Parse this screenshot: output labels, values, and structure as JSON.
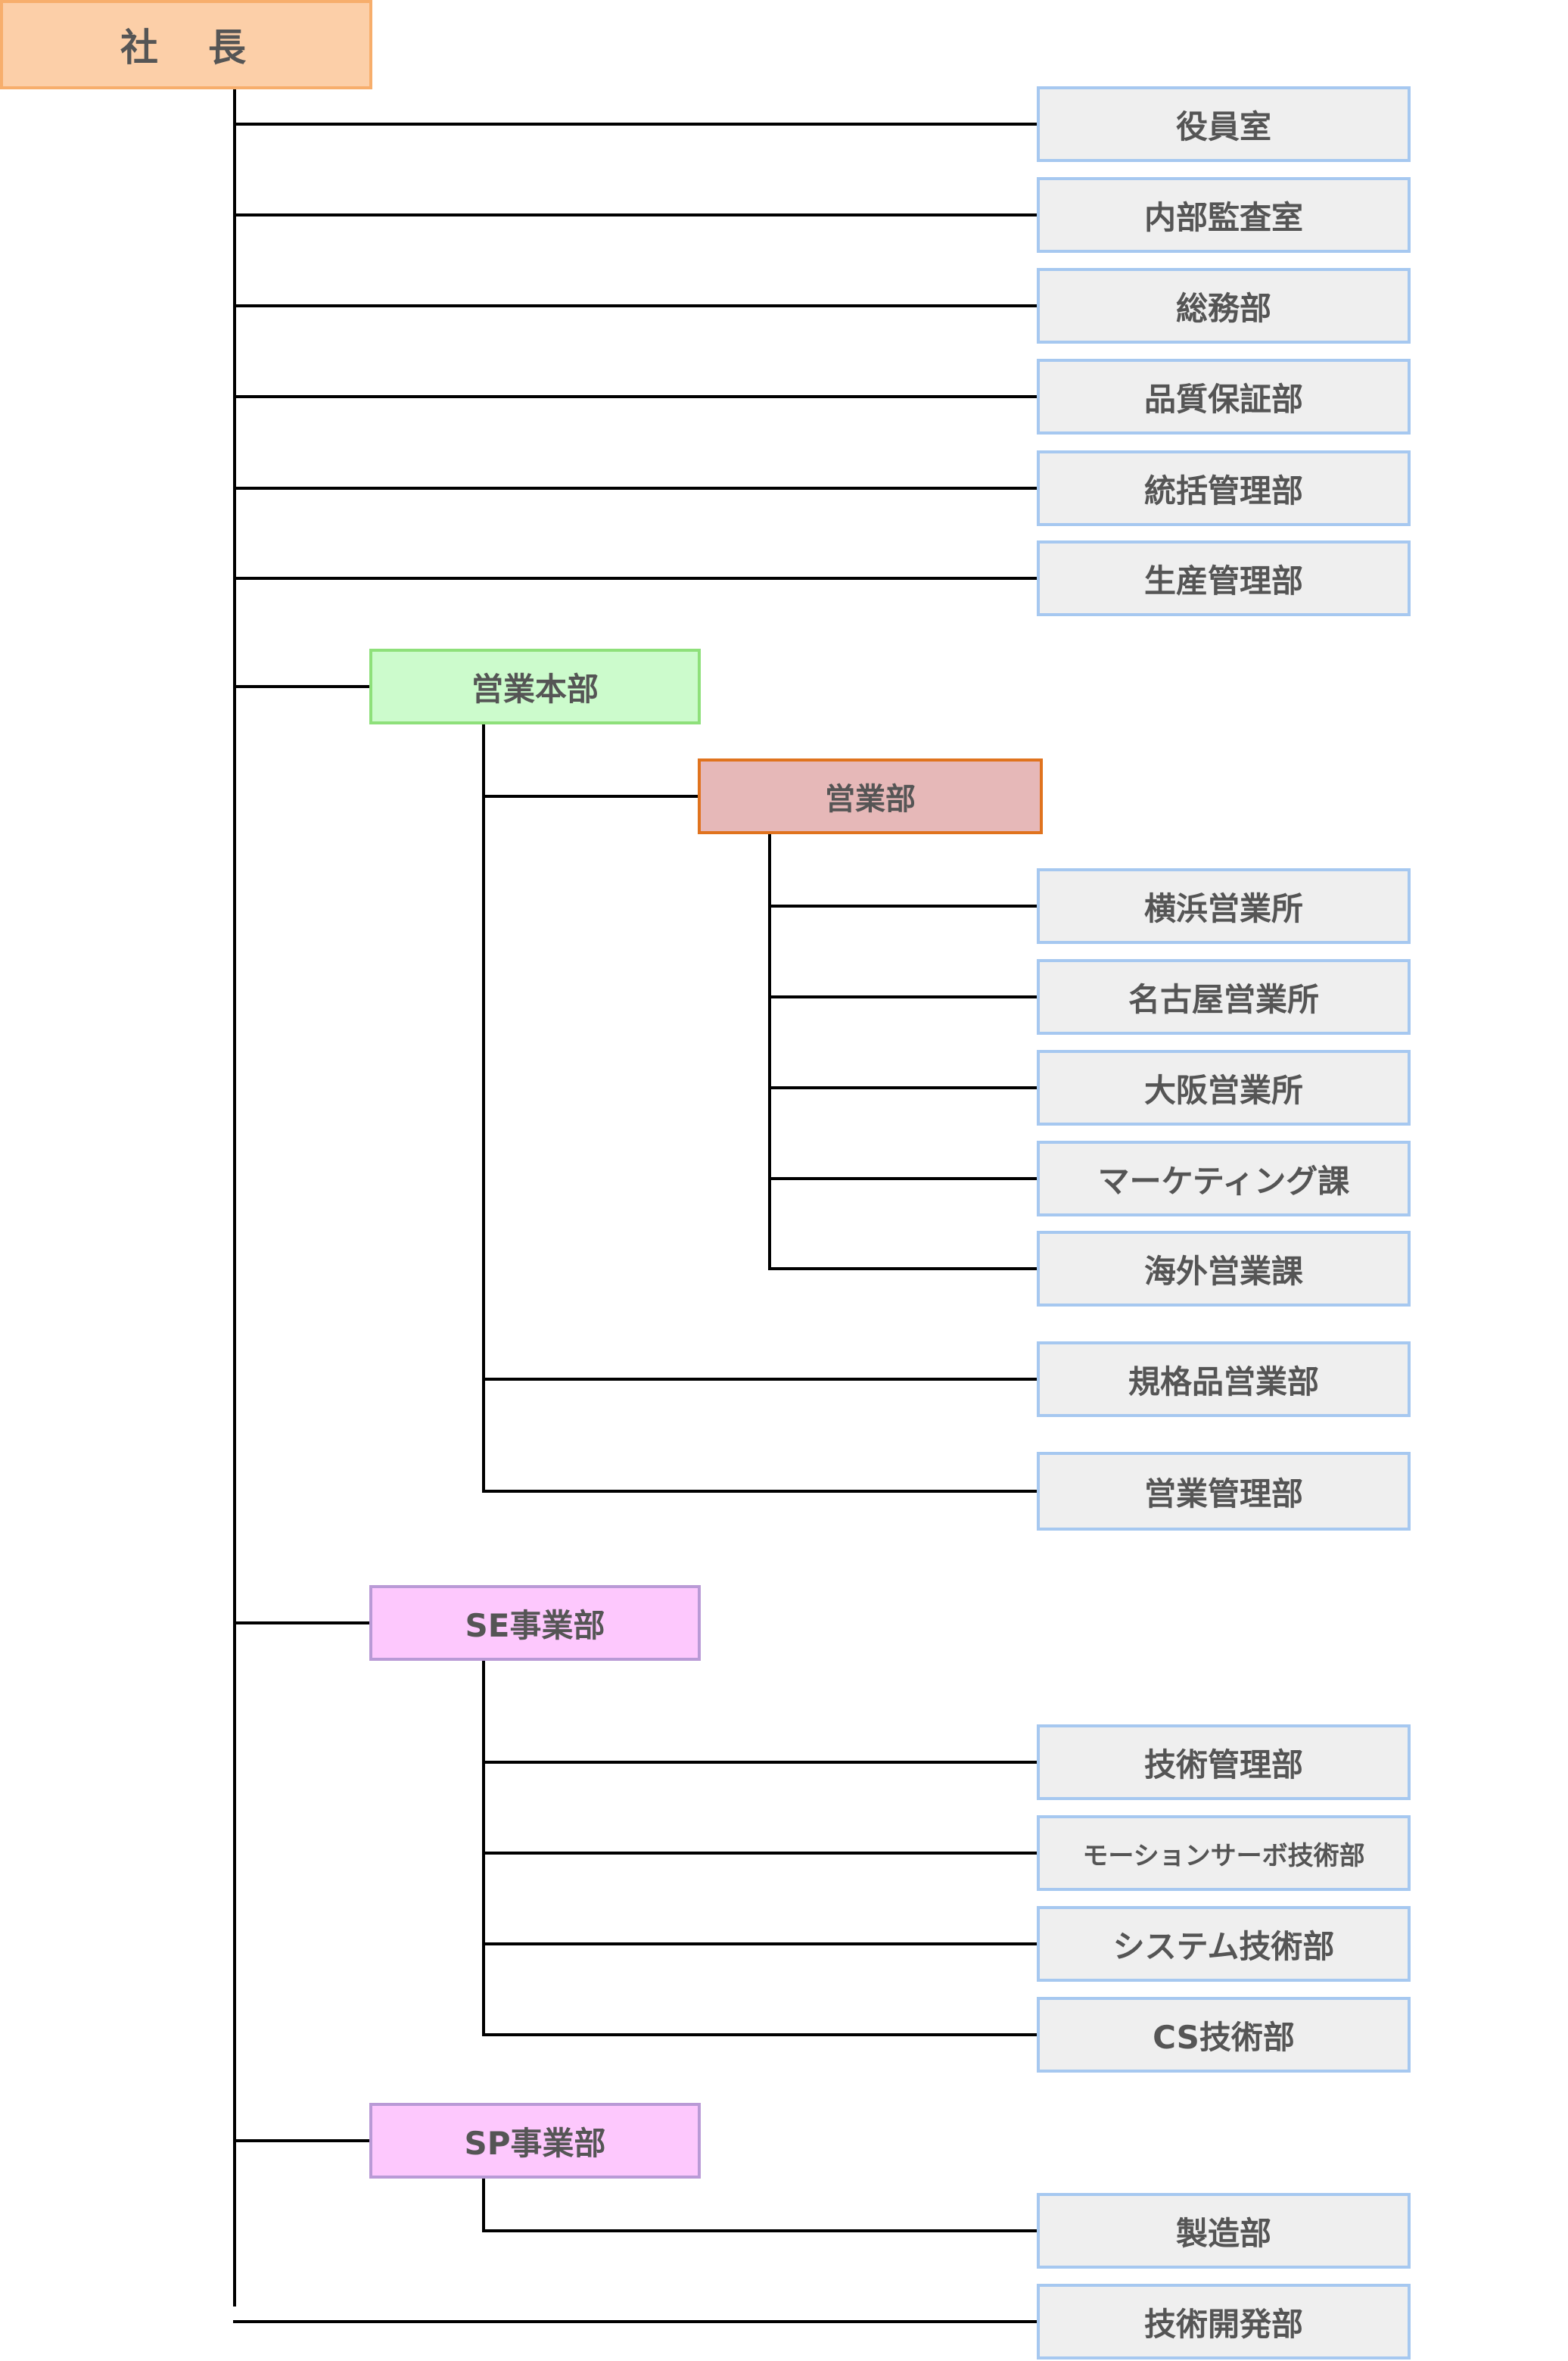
{
  "root": {
    "label": "社　長"
  },
  "direct_departments": [
    "役員室",
    "内部監査室",
    "総務部",
    "品質保証部",
    "統括管理部",
    "生産管理部"
  ],
  "sales_hq": {
    "label": "営業本部",
    "sales_dept": {
      "label": "営業部",
      "children": [
        "横浜営業所",
        "名古屋営業所",
        "大阪営業所",
        "マーケティング課",
        "海外営業課"
      ]
    },
    "children": [
      "規格品営業部",
      "営業管理部"
    ]
  },
  "se_division": {
    "label": "SE事業部",
    "children": [
      "技術管理部",
      "モーションサーボ技術部",
      "システム技術部",
      "CS技術部"
    ]
  },
  "sp_division": {
    "label": "SP事業部",
    "children": [
      "製造部"
    ]
  },
  "last_department": "技術開発部",
  "colors": {
    "root_fill": "#fccfa8",
    "root_border": "#f7ae6c",
    "dept_fill": "#efefef",
    "dept_border": "#a6c8f0",
    "sales_hq_fill": "#ccfbcc",
    "sales_hq_border": "#8ee07a",
    "sales_dept_fill": "#e6b8b8",
    "sales_dept_border": "#e0731e",
    "division_fill": "#fdc8fd",
    "division_border": "#b99ad6",
    "connector": "#000000"
  }
}
